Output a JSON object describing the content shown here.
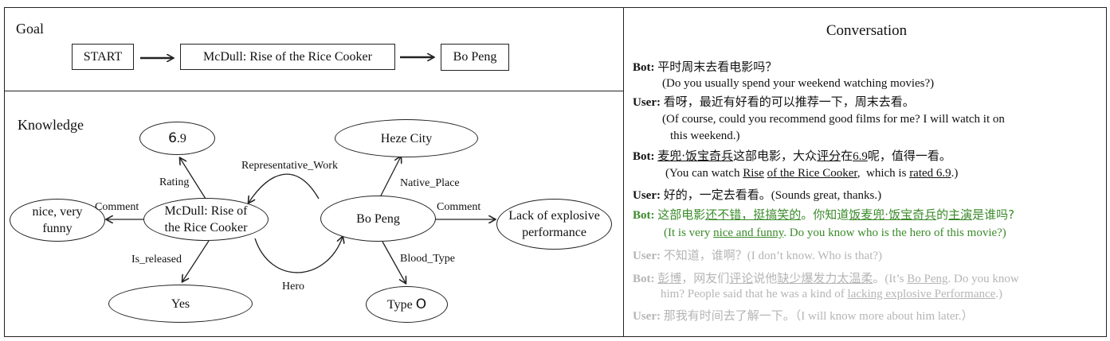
{
  "goal": {
    "title": "Goal",
    "path": [
      "START",
      "McDull: Rise of the Rice Cooker",
      "Bo Peng"
    ]
  },
  "knowledge": {
    "title": "Knowledge",
    "nodes": {
      "rating_prefix": "6",
      "rating_suffix": ".9",
      "mcdull_line1": "McDull: Rise of",
      "mcdull_line2": "the Rice Cooker",
      "nice_line1": "nice, very",
      "nice_line2": "funny",
      "yes": "Yes",
      "heze": "Heze City",
      "bopeng": "Bo Peng",
      "lack_line1": "Lack of explosive",
      "lack_line2": "performance",
      "type_prefix": "Type ",
      "type_suffix": "O"
    },
    "edges": {
      "rating": "Rating",
      "comment_left": "Comment",
      "is_released": "Is_released",
      "representative_work": "Representative_Work",
      "hero": "Hero",
      "native_place": "Native_Place",
      "comment_right": "Comment",
      "blood_type": "Blood_Type"
    }
  },
  "conversation": {
    "title": "Conversation",
    "t1": {
      "speaker": "Bot:",
      "zh": "平时周末去看电影吗？",
      "en": "(Do you usually spend your weekend watching movies?)"
    },
    "t2": {
      "speaker": "User:",
      "zh": "看呀，最近有好看的可以推荐一下，周末去看。",
      "en1": "(Of course, could you recommend good films for me? I will watch it on",
      "en2": "this weekend.)"
    },
    "t3": {
      "speaker": "Bot:",
      "zh_a": "麦兜·饭宝奇兵",
      "zh_b": "这部电影，大众",
      "zh_c": "评分",
      "zh_d": "在",
      "zh_e": "6.9",
      "zh_f": "呢，值得一看。",
      "en_a": "(You can watch ",
      "en_b": "Rise",
      "en_c": " ",
      "en_d": "of the Rice Cooker",
      "en_e": ",  which is ",
      "en_f": "rated 6.9",
      "en_g": ".)"
    },
    "t4": {
      "speaker": "User:",
      "zh": "好的，一定去看看。",
      "en": "(Sounds great, thanks.)"
    },
    "t5": {
      "speaker": "Bot:",
      "zh_a": "这部电影",
      "zh_b": "还不错，挺搞笑的",
      "zh_c": "。你知道",
      "zh_d": "饭麦兜·饭宝奇兵",
      "zh_e": "的",
      "zh_f": "主演",
      "zh_g": "是谁吗?",
      "en_a": "(It is very ",
      "en_b": "nice and funny",
      "en_c": ". Do you know who is the hero of this movie?)"
    },
    "t6": {
      "speaker": "User:",
      "zh": "不知道，谁啊？",
      "en": "(I don’t know. Who is that?)"
    },
    "t7": {
      "speaker": "Bot:",
      "zh_a": "彭博",
      "zh_b": "，网友们",
      "zh_c": "评论",
      "zh_d": "说他",
      "zh_e": "缺少爆发力太温柔",
      "zh_f": "。",
      "en_a": "(It’s ",
      "en_b": "Bo Peng",
      "en_c": ". Do you know",
      "en2_a": "him? People said that he was a kind of ",
      "en2_b": "lacking explosive Performance",
      "en2_c": ".)"
    },
    "t8": {
      "speaker": "User:",
      "zh": "那我有时间去了解一下。（",
      "en": "I will know more about him later.）"
    }
  },
  "colors": {
    "bot_highlight": "#3a8a2a",
    "faded": "#b5b5b5",
    "border": "#222222"
  }
}
